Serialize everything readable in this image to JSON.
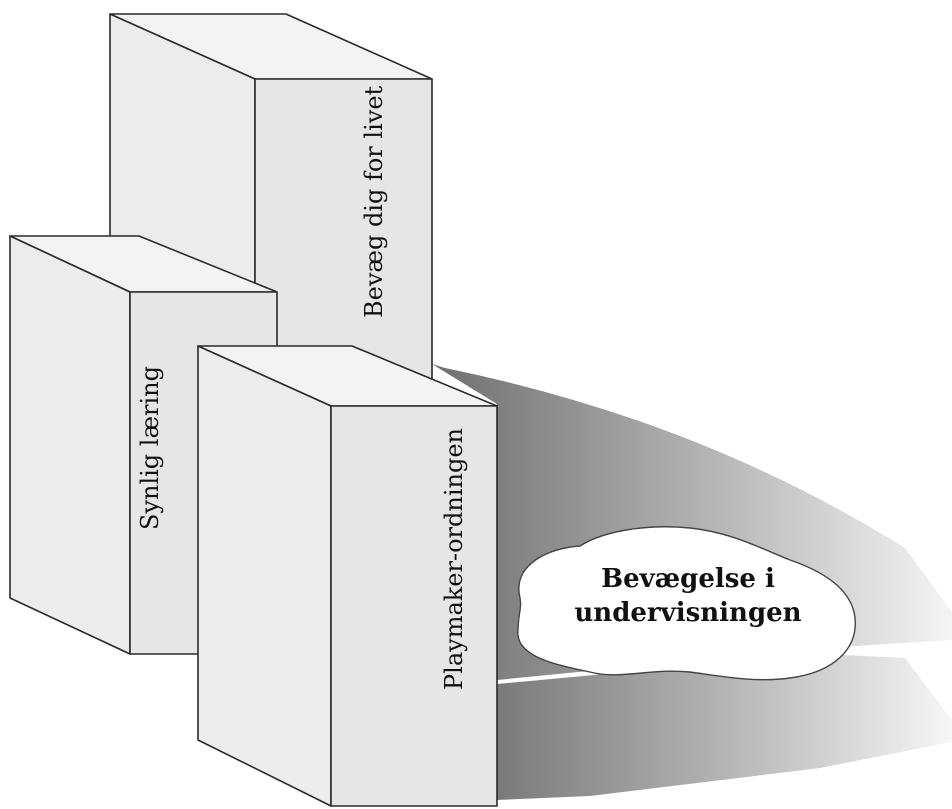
{
  "boxes": [
    {
      "id": "back",
      "label": "Bevæg dig for livet"
    },
    {
      "id": "left",
      "label": "Synlig læring"
    },
    {
      "id": "front",
      "label": "Playmaker-ordningen"
    }
  ],
  "cloud": {
    "line1": "Bevægelse i",
    "line2": "undervisningen"
  },
  "colors": {
    "face_front": "#ececec",
    "face_top": "#f3f3f3",
    "face_side": "#e6e6e6",
    "stroke": "#2a2a2a",
    "shadow_dark": "#6f6f6f",
    "shadow_light": "#ffffff"
  }
}
